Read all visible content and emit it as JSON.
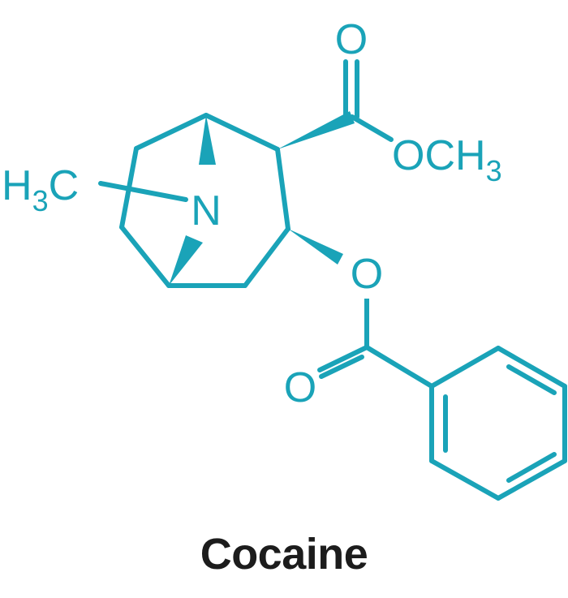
{
  "molecule": {
    "name": "Cocaine",
    "color": "#1aa3b8",
    "atoms": {
      "carbonyl_oxygen_top": "O",
      "ester_group": "OCH",
      "ester_subscript": "3",
      "methyl_h": "H",
      "methyl_subscript": "3",
      "methyl_c": "C",
      "nitrogen": "N",
      "ester_oxygen": "O",
      "benzoyl_oxygen": "O"
    }
  }
}
